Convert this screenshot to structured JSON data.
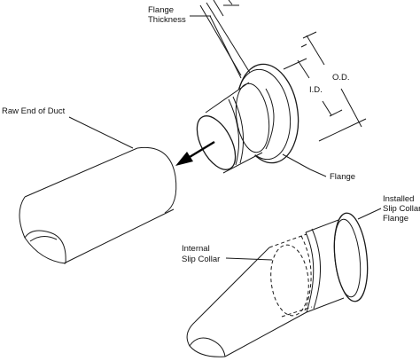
{
  "labels": {
    "flange_thickness_line1": "Flange",
    "flange_thickness_line2": "Thickness",
    "od": "O.D.",
    "id": "I.D.",
    "raw_end_of_duct": "Raw End of Duct",
    "flange": "Flange",
    "installed_line1": "Installed",
    "installed_line2": "Slip Collar",
    "installed_line3": "Flange",
    "internal_line1": "Internal",
    "internal_line2": "Slip Collar"
  },
  "colors": {
    "stroke": "#1a1a1a",
    "background": "#ffffff"
  }
}
